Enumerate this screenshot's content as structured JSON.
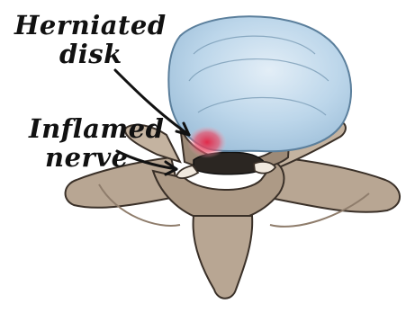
{
  "labels": {
    "herniated_disk": [
      "Herniated",
      "disk"
    ],
    "inflamed_nerve": [
      "Inflamed",
      "nerve"
    ]
  },
  "colors": {
    "disk_fill": "#bcd6ea",
    "disk_edge": "#5b7f9c",
    "bone_fill": "#b8a693",
    "bone_shadow": "#8f7d6c",
    "herniation": "#e02a4a",
    "ink": "#111111"
  }
}
